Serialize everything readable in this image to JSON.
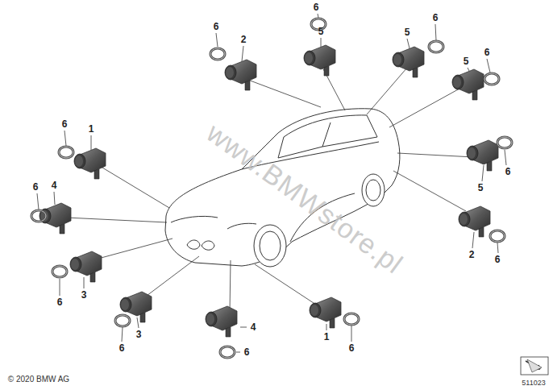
{
  "diagram": {
    "labels": [
      "6",
      "2",
      "6",
      "5",
      "5",
      "6",
      "6",
      "5",
      "1",
      "6",
      "6",
      "5",
      "4",
      "6",
      "2",
      "6",
      "3",
      "6",
      "3",
      "6",
      "4",
      "6",
      "1",
      "6",
      "© 2020 BMW AG",
      "511023",
      "www.BMWstore.pl"
    ]
  }
}
